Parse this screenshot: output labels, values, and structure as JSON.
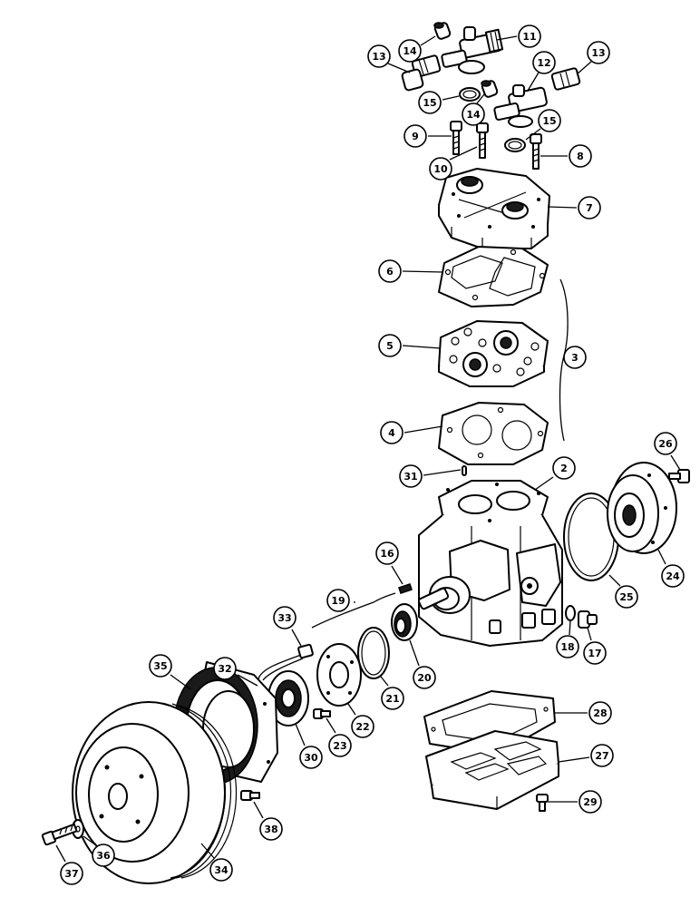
{
  "callouts": [
    {
      "id": "c2",
      "label": "2",
      "to": "part-compressor-body"
    },
    {
      "id": "c3",
      "label": "3",
      "to": "part-gasket-group"
    },
    {
      "id": "c4",
      "label": "4",
      "to": "part-lower-gasket"
    },
    {
      "id": "c5",
      "label": "5",
      "to": "part-valve-plate"
    },
    {
      "id": "c6",
      "label": "6",
      "to": "part-upper-gasket"
    },
    {
      "id": "c7",
      "label": "7",
      "to": "part-cylinder-head"
    },
    {
      "id": "c8",
      "label": "8",
      "to": "part-head-bolt-right"
    },
    {
      "id": "c9",
      "label": "9",
      "to": "part-head-bolt-left"
    },
    {
      "id": "c10",
      "label": "10",
      "to": "part-head-bolt-center"
    },
    {
      "id": "c11",
      "label": "11",
      "to": "part-upper-service-valve"
    },
    {
      "id": "c12",
      "label": "12",
      "to": "part-lower-service-valve"
    },
    {
      "id": "c13",
      "label": "13",
      "to": "part-service-port-fitting"
    },
    {
      "id": "c14",
      "label": "14",
      "to": "part-valve-cap"
    },
    {
      "id": "c15",
      "label": "15",
      "to": "part-valve-o-ring"
    },
    {
      "id": "c16",
      "label": "16",
      "to": "part-shaft-key"
    },
    {
      "id": "c17",
      "label": "17",
      "to": "part-oil-plug"
    },
    {
      "id": "c18",
      "label": "18",
      "to": "part-plug-o-ring"
    },
    {
      "id": "c19",
      "label": "19",
      "to": "part-shaft-seal-group"
    },
    {
      "id": "c20",
      "label": "20",
      "to": "part-shaft-seal"
    },
    {
      "id": "c21",
      "label": "21",
      "to": "part-seal-o-ring"
    },
    {
      "id": "c22",
      "label": "22",
      "to": "part-seal-plate"
    },
    {
      "id": "c23",
      "label": "23",
      "to": "part-seal-plate-screw"
    },
    {
      "id": "c24",
      "label": "24",
      "to": "part-rear-cover"
    },
    {
      "id": "c25",
      "label": "25",
      "to": "part-rear-cover-o-ring"
    },
    {
      "id": "c26",
      "label": "26",
      "to": "part-rear-cover-bolt"
    },
    {
      "id": "c27",
      "label": "27",
      "to": "part-bottom-plate"
    },
    {
      "id": "c28",
      "label": "28",
      "to": "part-bottom-gasket"
    },
    {
      "id": "c29",
      "label": "29",
      "to": "part-bottom-bolt"
    },
    {
      "id": "c30",
      "label": "30",
      "to": "part-clutch-bearing"
    },
    {
      "id": "c31",
      "label": "31",
      "to": "part-dowel-pin"
    },
    {
      "id": "c32",
      "label": "32",
      "to": "part-coil-lead"
    },
    {
      "id": "c33",
      "label": "33",
      "to": "part-wire-connector"
    },
    {
      "id": "c34",
      "label": "34",
      "to": "part-pulley"
    },
    {
      "id": "c35",
      "label": "35",
      "to": "part-clutch-coil"
    },
    {
      "id": "c36",
      "label": "36",
      "to": "part-washer"
    },
    {
      "id": "c37",
      "label": "37",
      "to": "part-pulley-bolt"
    },
    {
      "id": "c38",
      "label": "38",
      "to": "part-coil-bolt"
    }
  ]
}
